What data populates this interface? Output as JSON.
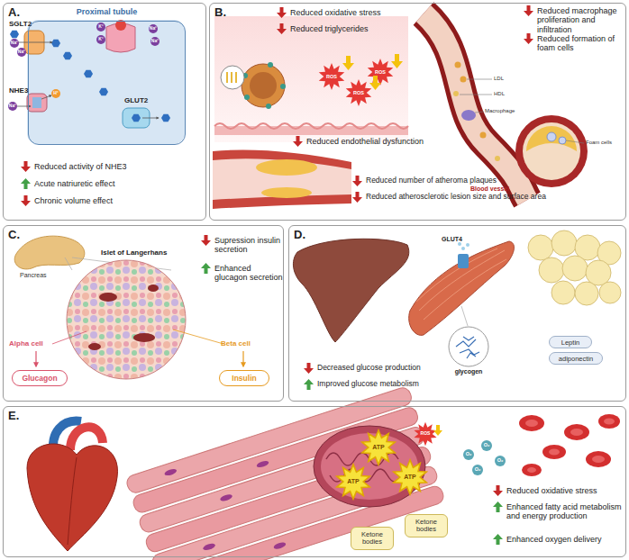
{
  "diagram": {
    "nodes": [
      {
        "text": [
          "A."
        ]
      },
      {
        "text": [
          "Proximal tubule"
        ],
        "in": 0
      },
      {
        "text": [
          "B."
        ]
      },
      {
        "text": [
          "C."
        ]
      },
      {
        "text": [
          "Glucagon"
        ],
        "in": 3
      },
      {
        "text": [
          "Insulin"
        ],
        "in": 3
      },
      {
        "text": [
          "D."
        ]
      },
      {
        "text": [
          "Leptin"
        ],
        "in": 6
      },
      {
        "text": [
          "adiponectin"
        ],
        "in": 6
      },
      {
        "text": [
          "E."
        ]
      },
      {
        "text": [
          "Ketone bodies"
        ],
        "in": 9
      },
      {
        "text": [
          "Ketone bodies"
        ],
        "in": 9
      }
    ],
    "labels": [
      "SGLT2",
      "NHE3",
      "GLUT2",
      "Na⁺",
      "Na⁺",
      "K⁺",
      "K⁺",
      "Na⁺",
      "Na⁺",
      "H⁺",
      "Na⁺",
      "Reduced activity of NHE3",
      "Acute natriuretic effect",
      "Chronic volume effect",
      "Reduced oxidative stress",
      "Reduced triglycerides",
      "ROS",
      "ROS",
      "ROS",
      "Reduced endothelial dysfunction",
      "Reduced macrophage proliferation and infiltration",
      "Reduced formation of foam cells",
      "LDL",
      "HDL",
      "Macrophage",
      "Blood vessel",
      "Foam cells",
      "Reduced number of atheroma plaques",
      "Reduced atherosclerotic lesion size and surface area",
      "Pancreas",
      "Islet of Langerhans",
      "Alpha cell",
      "Beta cell",
      "Supression insulin secretion",
      "Enhanced glucagon secretion",
      "GLUT4",
      "glycogen",
      "Decreased glucose production",
      "Improved glucose metabolism",
      "ATP",
      "ATP",
      "ATP",
      "ROS",
      "O₂",
      "O₂",
      "O₂",
      "O₂",
      "Reduced oxidative stress",
      "Enhanced fatty acid metabolism and energy production",
      "Enhanced oxygen delivery"
    ]
  }
}
